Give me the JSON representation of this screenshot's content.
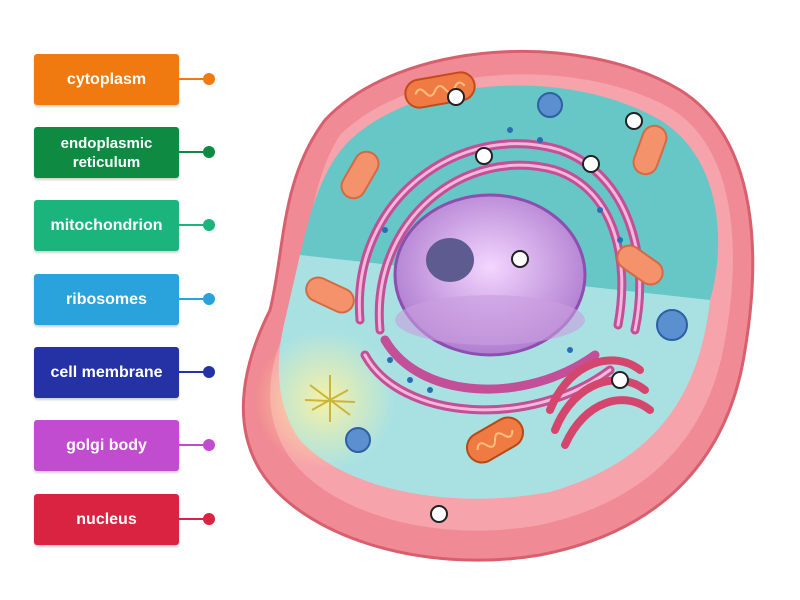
{
  "labels": [
    {
      "text": "cytoplasm",
      "color": "#F07A10"
    },
    {
      "text": "endoplasmic reticulum",
      "color": "#0E8A43"
    },
    {
      "text": "mitochondrion",
      "color": "#1BB47C"
    },
    {
      "text": "ribosomes",
      "color": "#2AA3DC"
    },
    {
      "text": "cell membrane",
      "color": "#2432A6"
    },
    {
      "text": "golgi body",
      "color": "#C24CD0"
    },
    {
      "text": "nucleus",
      "color": "#D92341"
    }
  ],
  "targets_count": 7
}
